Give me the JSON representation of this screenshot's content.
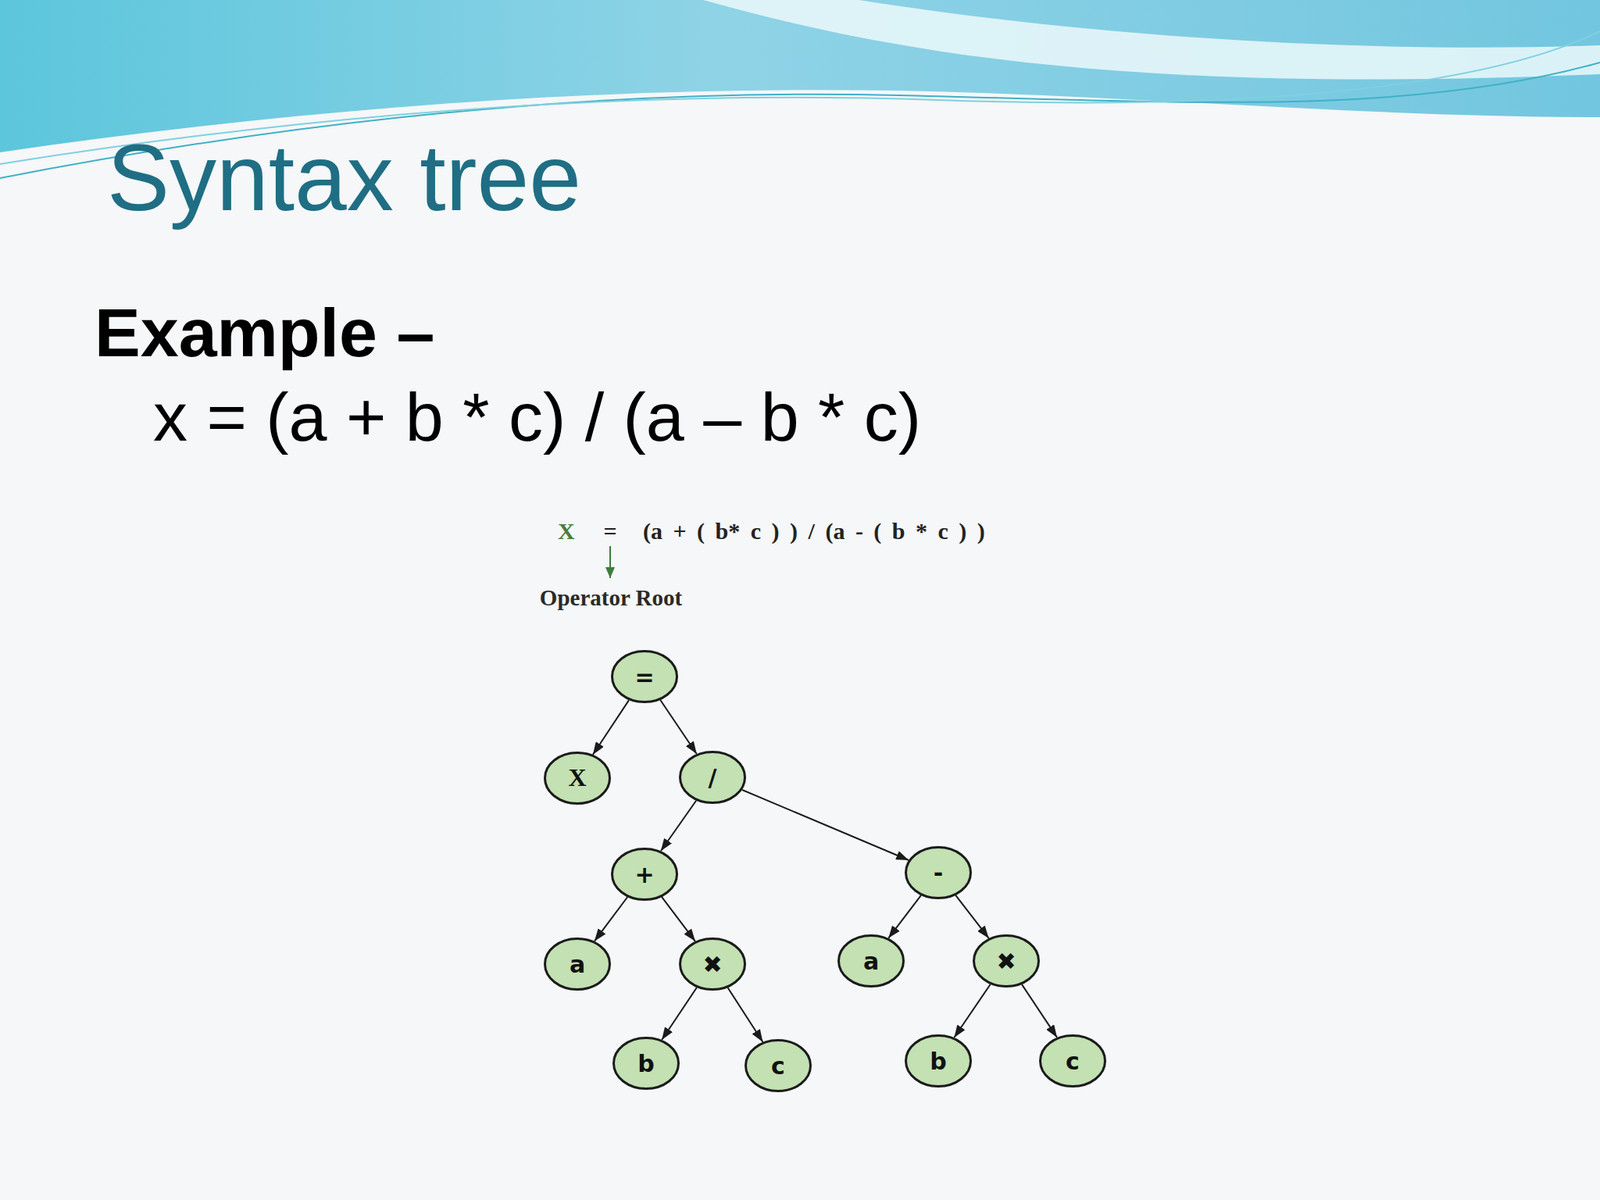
{
  "diagram": {
    "title": "Syntax tree",
    "nodes": [
      {
        "text": [
          "="
        ]
      },
      {
        "text": [
          "X"
        ]
      },
      {
        "text": [
          "/"
        ]
      },
      {
        "text": [
          "+"
        ]
      },
      {
        "text": [
          "-"
        ]
      },
      {
        "text": [
          "a"
        ]
      },
      {
        "text": [
          "✖"
        ]
      },
      {
        "text": [
          "a"
        ]
      },
      {
        "text": [
          "✖"
        ]
      },
      {
        "text": [
          "b"
        ]
      },
      {
        "text": [
          "c"
        ]
      },
      {
        "text": [
          "b"
        ]
      },
      {
        "text": [
          "c"
        ]
      }
    ],
    "edges": [
      {
        "from": 0,
        "to": 1,
        "arrow": "to"
      },
      {
        "from": 0,
        "to": 2,
        "arrow": "to"
      },
      {
        "from": 2,
        "to": 3,
        "arrow": "to"
      },
      {
        "from": 2,
        "to": 4,
        "arrow": "to"
      },
      {
        "from": 3,
        "to": 5,
        "arrow": "to"
      },
      {
        "from": 3,
        "to": 6,
        "arrow": "to"
      },
      {
        "from": 4,
        "to": 7,
        "arrow": "to"
      },
      {
        "from": 4,
        "to": 8,
        "arrow": "to"
      },
      {
        "from": 6,
        "to": 9,
        "arrow": "to"
      },
      {
        "from": 6,
        "to": 10,
        "arrow": "to"
      },
      {
        "from": 8,
        "to": 11,
        "arrow": "to"
      },
      {
        "from": 8,
        "to": 12,
        "arrow": "to"
      }
    ],
    "labels": [
      "Example –",
      "x = (a + b * c) / (a – b * c)",
      "X",
      "=",
      "(a + ( b* c ) ) / (a - ( b * c ) )",
      "Operator Root"
    ]
  }
}
